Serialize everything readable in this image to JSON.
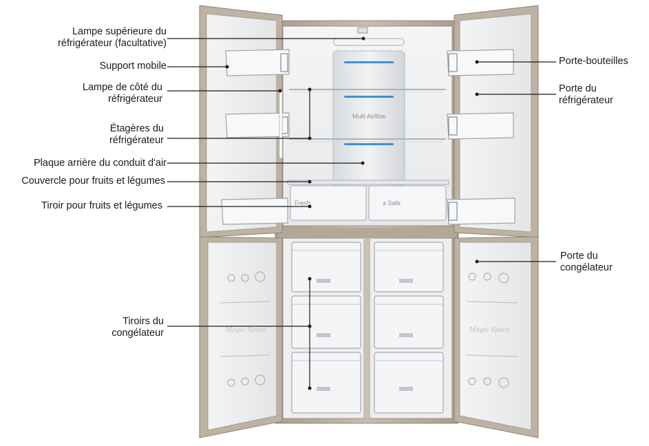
{
  "labels": {
    "lampe_superieure": [
      "Lampe supérieure du",
      "réfrigérateur (facultative)"
    ],
    "support_mobile": "Support mobile",
    "lampe_cote": [
      "Lampe de côté du",
      "réfrigérateur"
    ],
    "etageres": [
      "Étagères du",
      "réfrigérateur"
    ],
    "plaque_arriere": "Plaque arrière du conduit d'air",
    "couvercle": "Couvercle pour fruits et légumes",
    "tiroir_fruits": "Tiroir pour fruits et légumes",
    "tiroirs_congelateur": [
      "Tiroirs du",
      "congélateur"
    ],
    "porte_bouteilles": "Porte-bouteilles",
    "porte_refrigerateur": [
      "Porte du",
      "réfrigérateur"
    ],
    "porte_congelateur": [
      "Porte du",
      "congélateur"
    ]
  },
  "fridge_text": {
    "duct_label": "Multi Airflow",
    "drawer_left": "Fresh",
    "drawer_right": "a Safe",
    "door_script": "Magic Space"
  },
  "colors": {
    "cabinet_frame": "#b9ad9e",
    "interior": "#eef0f2",
    "leader_line": "#1a1a1a",
    "led_blue": "#3f8fd8"
  }
}
